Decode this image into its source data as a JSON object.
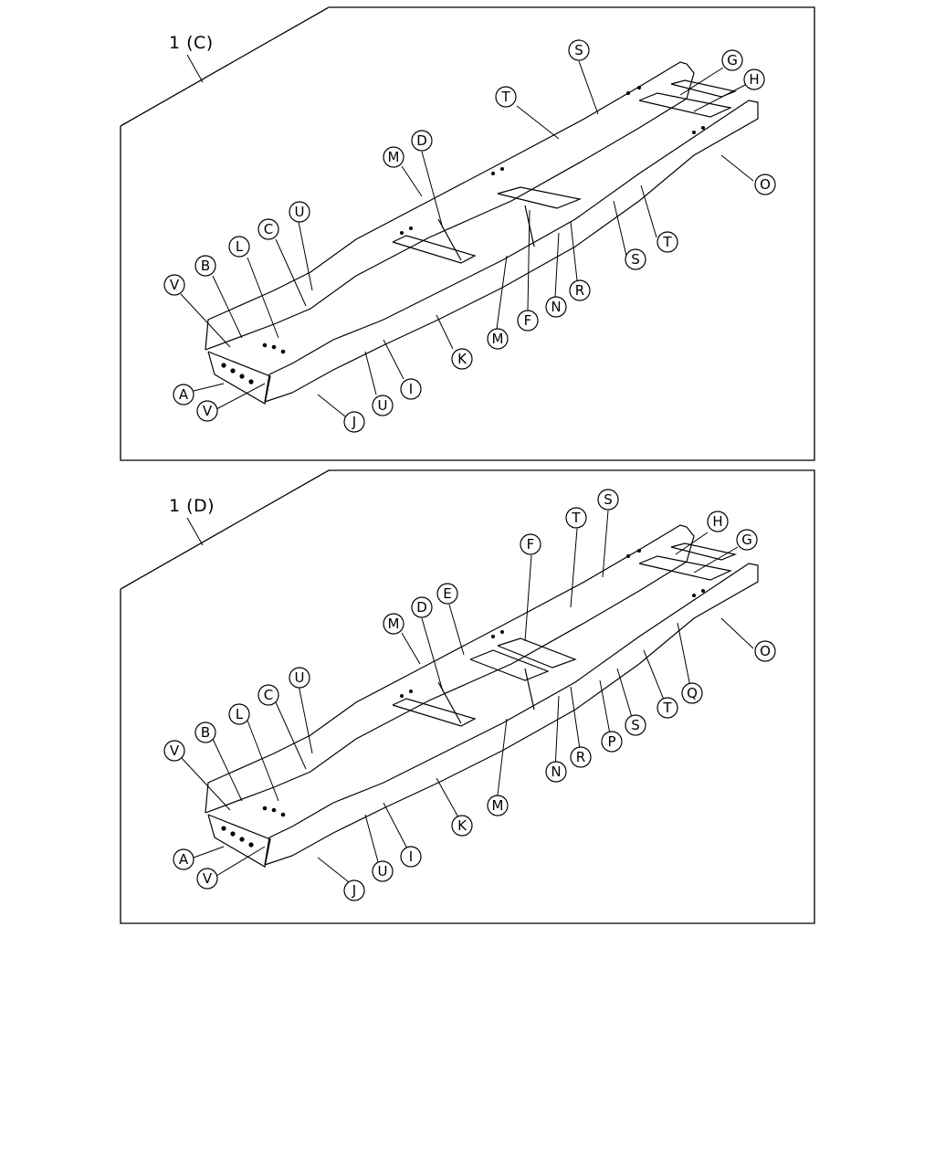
{
  "diagrams": [
    {
      "title": "1 (C)",
      "callouts": [
        "S",
        "G",
        "H",
        "T",
        "D",
        "M",
        "O",
        "U",
        "C",
        "L",
        "B",
        "V",
        "T",
        "S",
        "R",
        "N",
        "F",
        "M",
        "K",
        "I",
        "U",
        "A",
        "V",
        "J"
      ]
    },
    {
      "title": "1 (D)",
      "callouts": [
        "S",
        "T",
        "H",
        "F",
        "G",
        "E",
        "M",
        "D",
        "U",
        "O",
        "C",
        "L",
        "B",
        "V",
        "Q",
        "T",
        "S",
        "P",
        "R",
        "N",
        "M",
        "K",
        "I",
        "U",
        "A",
        "V",
        "J"
      ]
    }
  ]
}
